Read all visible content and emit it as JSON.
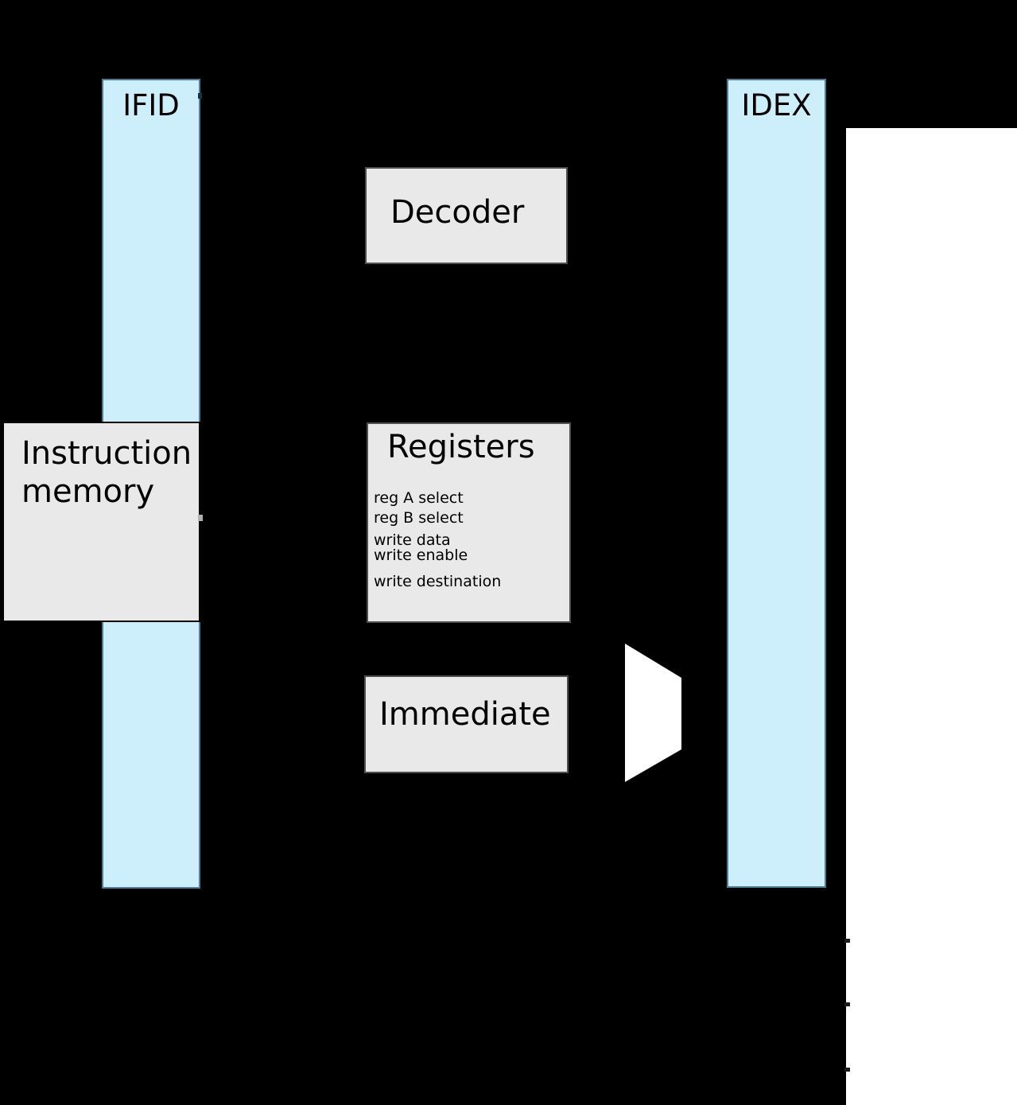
{
  "diagram": {
    "type": "cpu-pipeline-block-diagram",
    "pipeline_registers": [
      {
        "id": "ifid",
        "label": "IFID"
      },
      {
        "id": "idex",
        "label": "IDEX"
      }
    ],
    "blocks": [
      {
        "id": "instruction-memory",
        "label": "Instruction memory",
        "label_lines": [
          "Instruction",
          "memory"
        ]
      },
      {
        "id": "decoder",
        "label": "Decoder"
      },
      {
        "id": "registers",
        "label": "Registers",
        "ports": [
          "reg A select",
          "reg B select",
          "write data",
          "write enable",
          "write destination"
        ]
      },
      {
        "id": "immediate",
        "label": "Immediate"
      }
    ],
    "shapes": [
      {
        "id": "mux",
        "kind": "trapezoid",
        "fill": "#ffffff"
      }
    ],
    "colors": {
      "background": "#000000",
      "pipeline_register_fill": "#cdeefb",
      "pipeline_register_border": "#4f7d91",
      "block_fill": "#e9e9e9",
      "block_border": "#4f4f4f",
      "instruction_memory_border": "#000000",
      "side_panel": "#ffffff",
      "text": "#000000"
    }
  }
}
